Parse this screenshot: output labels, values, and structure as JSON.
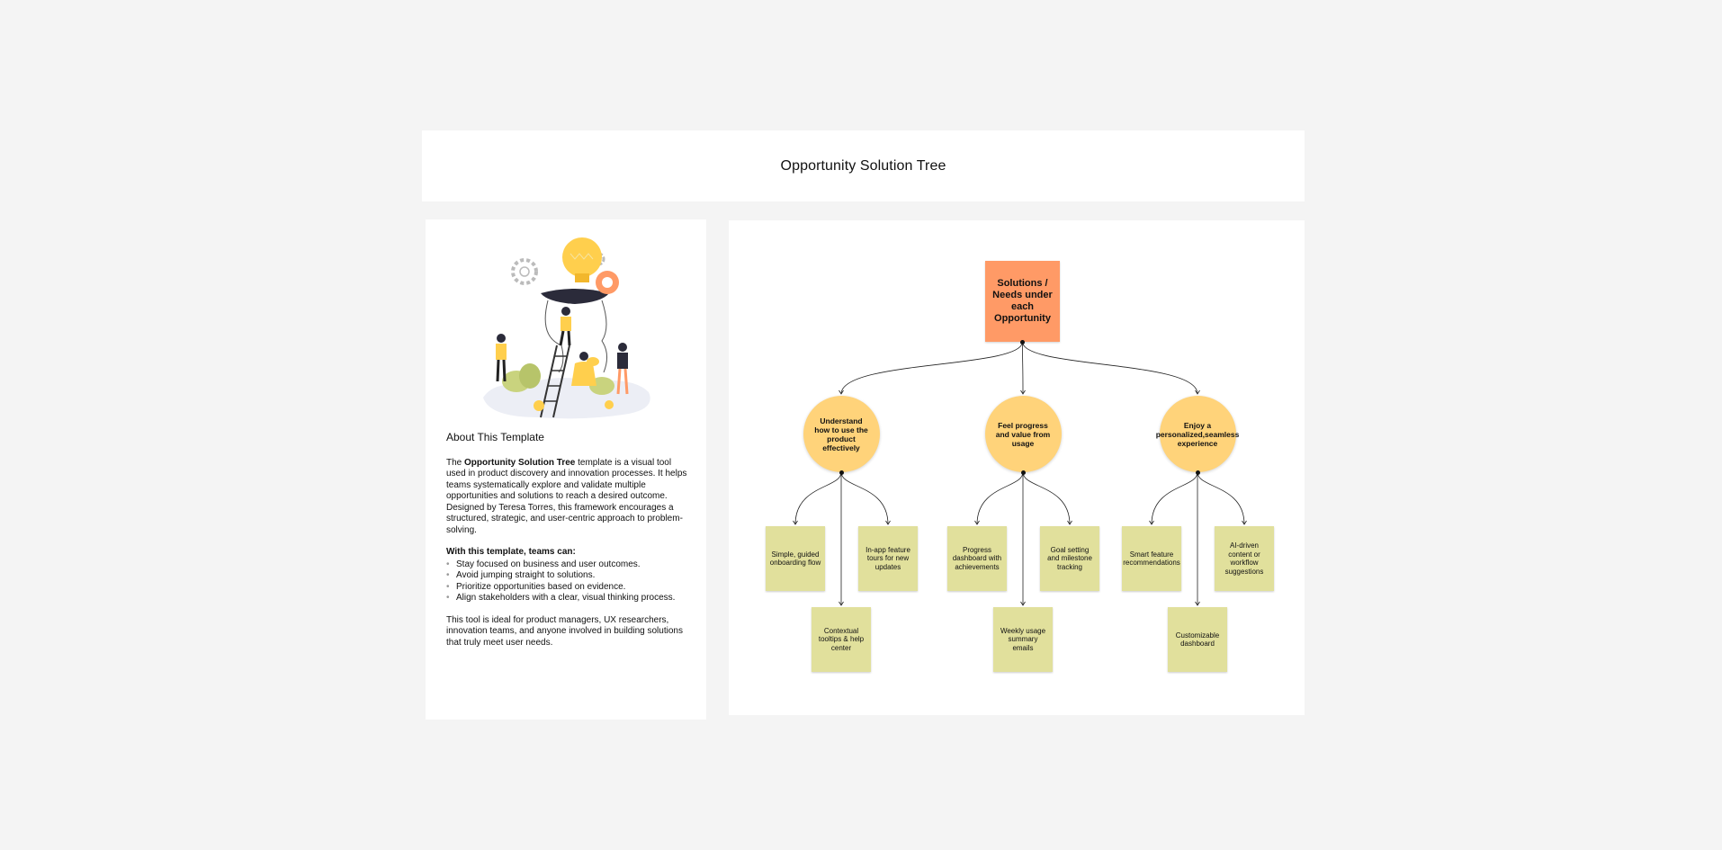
{
  "title": "Opportunity Solution Tree",
  "about": {
    "heading": "About This Template",
    "intro_pre": "The ",
    "intro_bold": "Opportunity Solution Tree",
    "intro_post": " template is a visual tool used in product discovery and innovation processes. It helps teams systematically explore and validate multiple opportunities and solutions to reach a desired outcome. Designed by Teresa Torres, this framework encourages a structured, strategic, and user-centric approach to problem-solving.",
    "list_heading": "With this template, teams can:",
    "list": [
      "Stay focused on business and user outcomes.",
      "Avoid jumping straight to solutions.",
      "Prioritize opportunities based on evidence.",
      "Align stakeholders with a clear, visual thinking process."
    ],
    "closing": "This tool is ideal for product managers, UX researchers, innovation teams, and anyone involved in building solutions that truly meet user needs."
  },
  "tree": {
    "root": "Solutions / Needs under each Opportunity",
    "opportunities": [
      {
        "label": "Understand how to use the product effectively",
        "solutions": [
          "Simple, guided onboarding flow",
          "In-app feature tours for new updates",
          "Contextual tooltips & help center"
        ]
      },
      {
        "label": "Feel progress and value from usage",
        "solutions": [
          "Progress dashboard with achievements",
          "Goal setting and milestone tracking",
          "Weekly usage summary emails"
        ]
      },
      {
        "label": "Enjoy a personalized,seamless experience",
        "solutions": [
          "Smart feature recommendations",
          "AI-driven content or workflow suggestions",
          "Customizable dashboard"
        ]
      }
    ]
  },
  "colors": {
    "root": "#ff9a66",
    "opportunity": "#ffd37a",
    "solution": "#e1e09c",
    "canvas": "#f4f4f4"
  }
}
